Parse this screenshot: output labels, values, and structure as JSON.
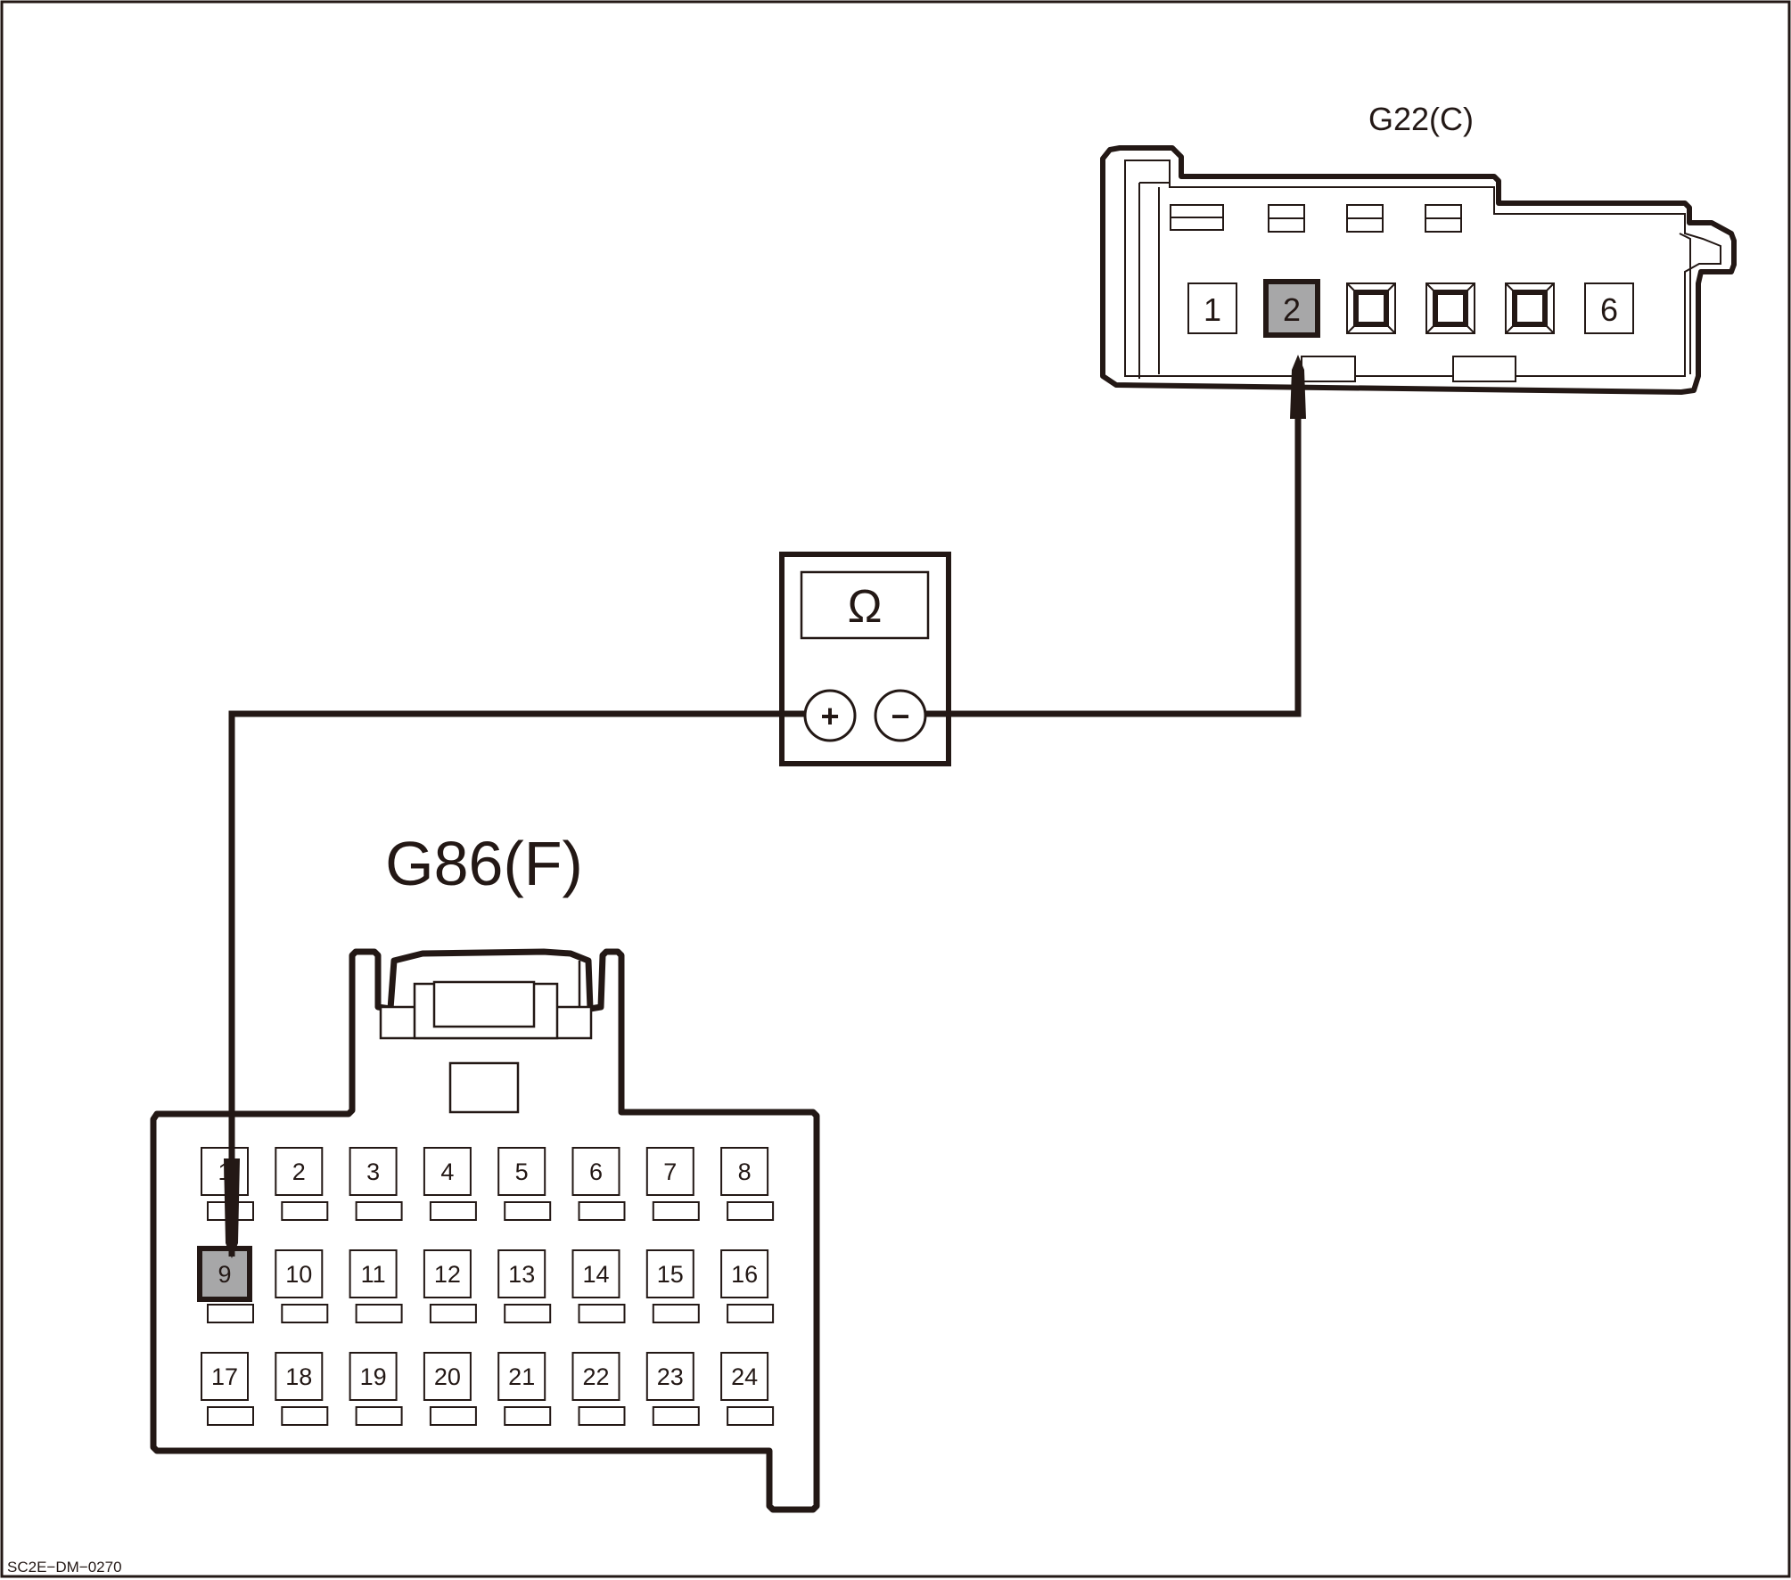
{
  "diagram": {
    "connector_c": {
      "name": "G22(C)",
      "pins": [
        {
          "label": "1",
          "highlighted": false,
          "empty": false
        },
        {
          "label": "2",
          "highlighted": true,
          "empty": false
        },
        {
          "label": "",
          "highlighted": false,
          "empty": true
        },
        {
          "label": "",
          "highlighted": false,
          "empty": true
        },
        {
          "label": "",
          "highlighted": false,
          "empty": true
        },
        {
          "label": "6",
          "highlighted": false,
          "empty": false
        }
      ]
    },
    "connector_f": {
      "name": "G86(F)",
      "pins": [
        "1",
        "2",
        "3",
        "4",
        "5",
        "6",
        "7",
        "8",
        "9",
        "10",
        "11",
        "12",
        "13",
        "14",
        "15",
        "16",
        "17",
        "18",
        "19",
        "20",
        "21",
        "22",
        "23",
        "24"
      ],
      "highlighted_pin": "9"
    },
    "meter": {
      "symbol": "Ω",
      "plus": "+",
      "minus": "−"
    },
    "figure_code": "SC2E−DM−0270",
    "colors": {
      "line": "#231815",
      "highlight": "#a7a7a8"
    }
  }
}
